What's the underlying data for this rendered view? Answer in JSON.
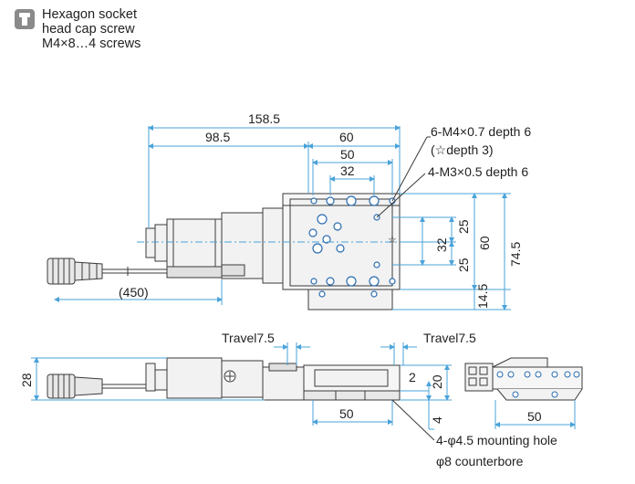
{
  "legend": {
    "icon": "hex-socket-screw-icon",
    "line1": "Hexagon socket",
    "line2": "head cap screw",
    "line3": "M4×8…4 screws"
  },
  "top_view": {
    "dim_overall": "158.5",
    "dim_98_5": "98.5",
    "dim_60": "60",
    "dim_50": "50",
    "dim_32": "32",
    "dim_cable": "(450)",
    "dim_right_25a": "25",
    "dim_right_32": "32",
    "dim_right_25b": "25",
    "dim_right_60": "60",
    "dim_right_74_5": "74.5",
    "dim_right_14_5": "14.5",
    "note_m4": "6-M4×0.7 depth 6",
    "note_star": "(☆depth 3)",
    "note_m3": "4-M3×0.5 depth 6"
  },
  "front_view": {
    "travel_left": "Travel7.5",
    "travel_right": "Travel7.5",
    "dim_28": "28",
    "dim_2": "2",
    "dim_20": "20",
    "dim_4": "4",
    "dim_50": "50",
    "note_hole": "4-φ4.5 mounting hole",
    "note_cbore": "φ8 counterbore"
  },
  "side_view": {
    "dim_50": "50"
  },
  "colors": {
    "line": "#3a3a3a",
    "dim": "#4aa3d9",
    "part_fill": "#f2f2f2",
    "hole": "#2b6cb0"
  }
}
